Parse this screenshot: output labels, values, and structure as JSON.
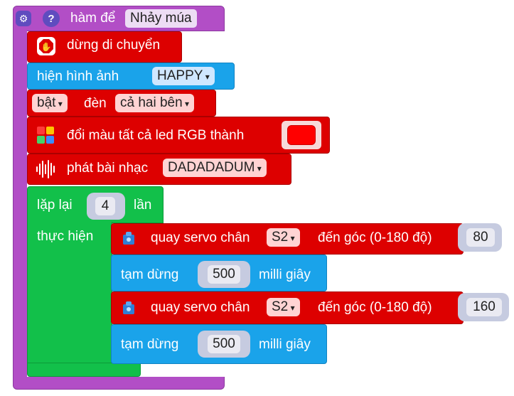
{
  "function_block": {
    "prefix": "hàm để",
    "name": "Nhảy múa"
  },
  "blocks": {
    "stop": {
      "label": "dừng di chuyển"
    },
    "show_image": {
      "label": "hiện hình ảnh",
      "value": "HAPPY"
    },
    "lights": {
      "state": "bật",
      "label": "đèn",
      "side": "cả hai bên"
    },
    "rgb": {
      "label": "đổi màu tất cả led RGB thành",
      "color": "#ff0000"
    },
    "music": {
      "label": "phát bài nhạc",
      "song": "DADADADUM"
    },
    "repeat": {
      "label_prefix": "lặp lại",
      "count": "4",
      "label_suffix": "lần",
      "do_label": "thực hiện"
    },
    "servo1": {
      "label": "quay servo chân",
      "pin": "S2",
      "label2": "đến góc (0-180 độ)",
      "angle": "80"
    },
    "pause1": {
      "label": "tạm dừng",
      "ms": "500",
      "unit": "milli giây"
    },
    "servo2": {
      "label": "quay servo chân",
      "pin": "S2",
      "label2": "đến góc (0-180 độ)",
      "angle": "160"
    },
    "pause2": {
      "label": "tạm dừng",
      "ms": "500",
      "unit": "milli giây"
    }
  },
  "colors": {
    "function": "#b24ec6",
    "motion": "#dd0000",
    "display": "#1aa3ea",
    "control": "#12c04a"
  }
}
